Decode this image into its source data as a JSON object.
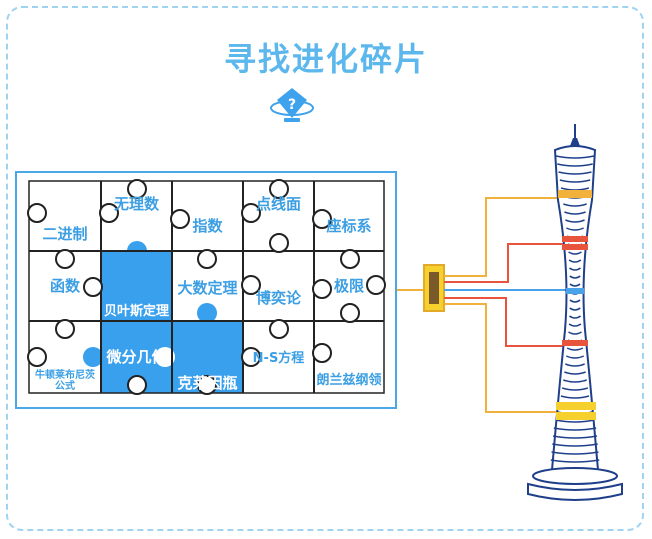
{
  "title": "寻找进化碎片",
  "icons": {
    "badge": "question-mark-badge-icon",
    "tower": "canton-tower-icon",
    "connector": "connector-plug-icon"
  },
  "colors": {
    "accent": "#3ea2ec",
    "title": "#5cb7ec",
    "highlight": "#39a0ee",
    "orange": "#f2b13a",
    "red": "#e8543c",
    "yellow": "#f6d12d",
    "blue": "#4aa3e8"
  },
  "puzzle": {
    "rows": [
      [
        {
          "label": "二进制",
          "hl": false
        },
        {
          "label": "无理数",
          "hl": false
        },
        {
          "label": "指数",
          "hl": false
        },
        {
          "label": "点线面",
          "hl": false
        },
        {
          "label": "座标系",
          "hl": false
        }
      ],
      [
        {
          "label": "函数",
          "hl": false
        },
        {
          "label": "贝叶斯定理",
          "hl": true
        },
        {
          "label": "大数定理",
          "hl": false
        },
        {
          "label": "博奕论",
          "hl": false
        },
        {
          "label": "极限",
          "hl": false
        }
      ],
      [
        {
          "label": "牛顿莱布尼茨公式",
          "hl": false
        },
        {
          "label": "微分几何",
          "hl": true
        },
        {
          "label": "克莱因瓶",
          "hl": true
        },
        {
          "label": "N-S方程",
          "hl": false
        },
        {
          "label": "朗兰兹纲领",
          "hl": false
        }
      ]
    ]
  }
}
